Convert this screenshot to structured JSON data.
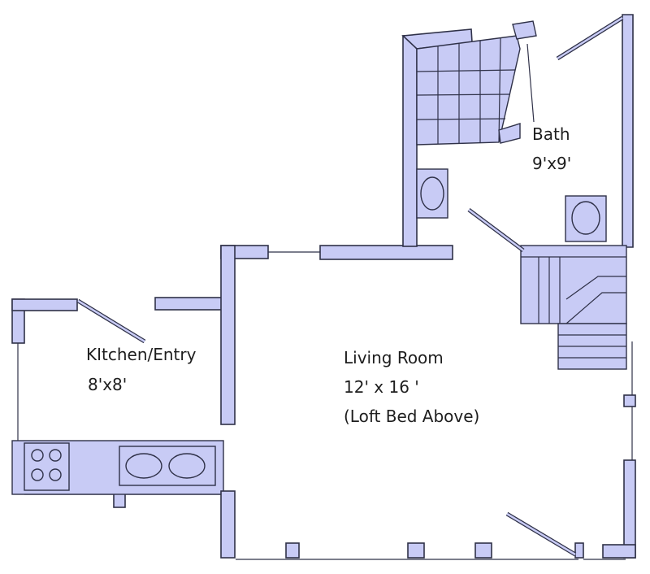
{
  "rooms": {
    "kitchen": {
      "name": "KItchen/Entry",
      "size": "8'x8'"
    },
    "living": {
      "name": "Living Room",
      "size": "12' x 16 '",
      "note": "(Loft Bed Above)"
    },
    "bath": {
      "name": "Bath",
      "size": "9'x9'"
    }
  },
  "colors": {
    "wall_fill": "#c8cbf5",
    "outline": "#2f3148",
    "background": "#ffffff"
  }
}
